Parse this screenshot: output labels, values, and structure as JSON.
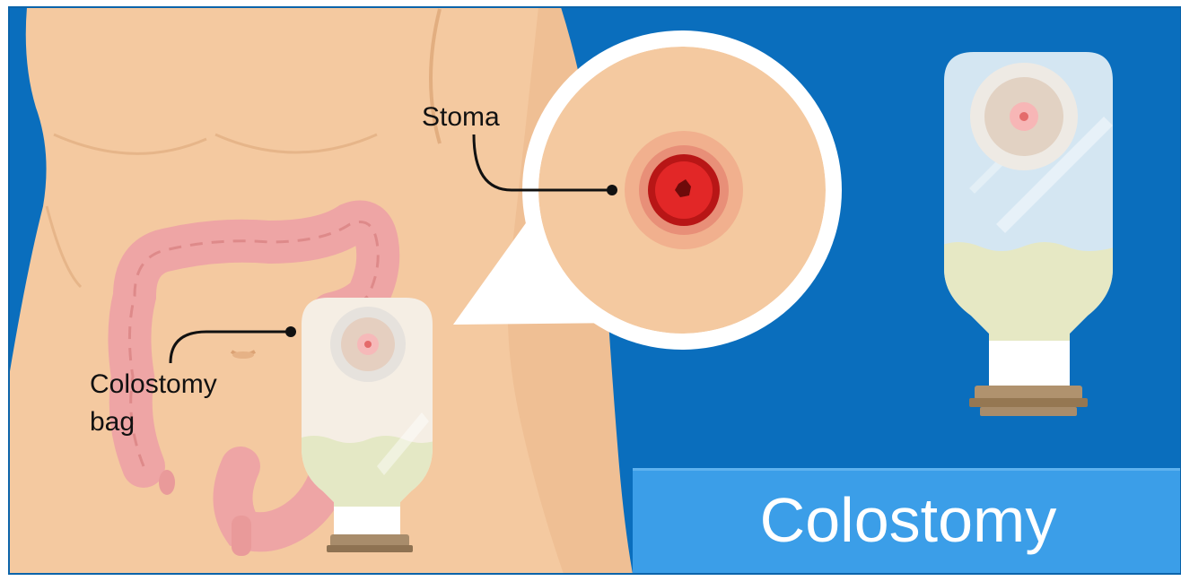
{
  "labels": {
    "stoma": "Stoma",
    "bag_line1": "Colostomy",
    "bag_line2": "bag"
  },
  "banner": {
    "title": "Colostomy"
  },
  "colors": {
    "background_blue": "#0a6ebd",
    "banner_blue": "#3b9ee8",
    "skin": "#f4c9a0",
    "colon": "#eea5a5",
    "stoma_red": "#d41f1f",
    "bag_fill": "#eaeccb",
    "bag_clear": "#d4e6f2"
  }
}
